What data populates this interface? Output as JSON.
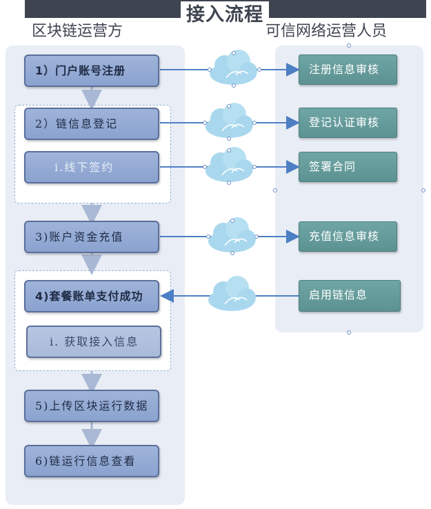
{
  "title": "接入流程",
  "left_column_title": "区块链运营方",
  "right_column_title": "可信网络运营人员",
  "left_steps": [
    "1）门户账号注册",
    "2）链信息登记",
    "i.线下签约",
    "3)账户资金充值",
    "4)套餐账单支付成功",
    "i. 获取接入信息",
    "5)上传区块运行数据",
    "6)链运行信息查看"
  ],
  "right_steps": [
    "注册信息审核",
    "登记认证审核",
    "签署合同",
    "充值信息审核",
    "启用链信息"
  ],
  "colors": {
    "title_bar": "#3f4451",
    "left_box": "#8aa2cf",
    "right_box": "#5d9292",
    "connector": "#4d7fc4",
    "cloud": "#a9d8ee"
  }
}
